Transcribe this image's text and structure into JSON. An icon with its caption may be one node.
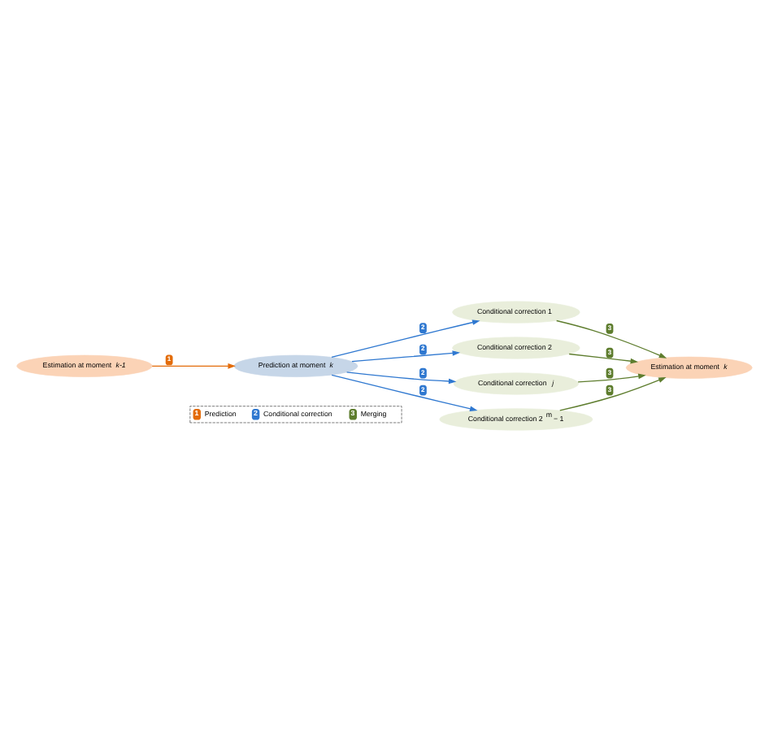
{
  "diagram": {
    "nodes": [
      {
        "text": [
          "Estimation at moment *k-1*"
        ]
      },
      {
        "text": [
          "Prediction at moment *k*"
        ]
      },
      {
        "text": [
          "Conditional correction 1"
        ]
      },
      {
        "text": [
          "Conditional correction 2"
        ]
      },
      {
        "text": [
          "Estimation at moment *k*"
        ]
      },
      {
        "text": [
          "Conditional correction *j*"
        ]
      },
      {
        "text": [
          "Conditional correction 2$^{m}$ − 1"
        ]
      }
    ],
    "edges": [
      {
        "from": 0,
        "to": 1,
        "arrow": "to",
        "label": "1",
        "color": "#e36c0a"
      },
      {
        "from": 1,
        "to": 2,
        "arrow": "to",
        "label": "2",
        "color": "#2f78d0"
      },
      {
        "from": 1,
        "to": 3,
        "arrow": "to",
        "label": "2",
        "color": "#2f78d0"
      },
      {
        "from": 1,
        "to": 5,
        "arrow": "to",
        "label": "2",
        "color": "#2f78d0"
      },
      {
        "from": 1,
        "to": 6,
        "arrow": "to",
        "label": "2",
        "color": "#2f78d0"
      },
      {
        "from": 2,
        "to": 4,
        "arrow": "to",
        "label": "3",
        "color": "#5e7d2e"
      },
      {
        "from": 3,
        "to": 4,
        "arrow": "to",
        "label": "3",
        "color": "#5e7d2e"
      },
      {
        "from": 5,
        "to": 4,
        "arrow": "to",
        "label": "3",
        "color": "#5e7d2e"
      },
      {
        "from": 6,
        "to": 4,
        "arrow": "to",
        "label": "3",
        "color": "#5e7d2e"
      }
    ],
    "labels": [
      "1",
      "2",
      "3"
    ],
    "legend": [
      {
        "text": "Prediction",
        "color": "#e36c0a"
      },
      {
        "text": "Conditional correction",
        "color": "#2f78d0"
      },
      {
        "text": "Merging",
        "color": "#5e7d2e"
      }
    ]
  }
}
